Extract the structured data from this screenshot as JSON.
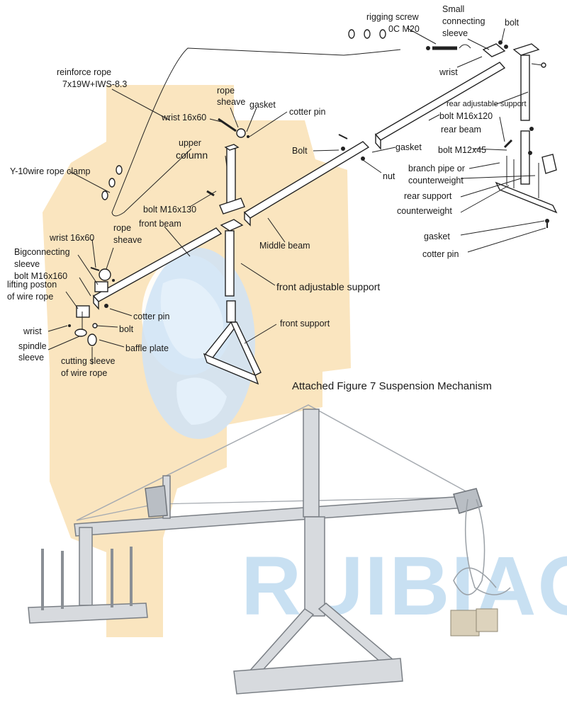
{
  "caption": "Attached Figure 7  Suspension Mechanism",
  "watermark_text": "RUIBIAO",
  "colors": {
    "watermark_logo": "#f9e0b4",
    "watermark_text": "#9cc8e8",
    "globe": "#cfe3f6",
    "line": "#222222",
    "metal": "#d7dade"
  },
  "labels": {
    "rigging_screw": "rigging screw",
    "rigging_screw_spec": "0C M20",
    "small_connecting": "Small",
    "small_connecting_2": "connecting",
    "small_connecting_3": "sleeve",
    "bolt_top": "bolt",
    "wrist_top": "wrist",
    "reinforce_rope": "reinforce rope",
    "reinforce_rope_spec": "7x19W+IWS-8.3",
    "rope_sheave_top": "rope",
    "rope_sheave_top_2": "sheave",
    "gasket_top": "gasket",
    "cotter_pin_top": "cotter pin",
    "wrist_16x60_top": "wrist 16x60",
    "rear_adjustable_support": "rear adjustable support",
    "bolt_m16x120": "bolt M16x120",
    "rear_beam": "rear beam",
    "upper_column": "upper",
    "upper_column_2": "column",
    "bolt_mid": "Bolt",
    "gasket_mid": "gasket",
    "bolt_m12x45": "bolt M12x45",
    "branch_pipe": "branch pipe or",
    "counterweight_1": "counterweight",
    "nut": "nut",
    "y10_clamp": "Y-10wire rope clamp",
    "rear_support": "rear support",
    "counterweight_2": "counterweight",
    "bolt_m16x130": "bolt M16x130",
    "front_beam": "front beam",
    "rope_sheave_left": "rope",
    "rope_sheave_left_2": "sheave",
    "wrist_16x60_left": "wrist 16x60",
    "gasket_right": "gasket",
    "cotter_pin_right": "cotter pin",
    "big_connecting": "Bigconnecting",
    "big_connecting_2": "sleeve",
    "middle_beam": "Middle beam",
    "bolt_m16x160": "bolt M16x160",
    "lifting_position": "lifting poston",
    "lifting_position_2": "of wire rope",
    "front_adjustable_support": "front adjustable support",
    "cotter_pin_mid": "cotter pin",
    "wrist_low": "wrist",
    "bolt_low": "bolt",
    "spindle": "spindle",
    "spindle_2": "sleeve",
    "baffle_plate": "baffle plate",
    "front_support": "front support",
    "cutting_sleeve": "cutting sleeve",
    "cutting_sleeve_2": "of wire rope"
  }
}
